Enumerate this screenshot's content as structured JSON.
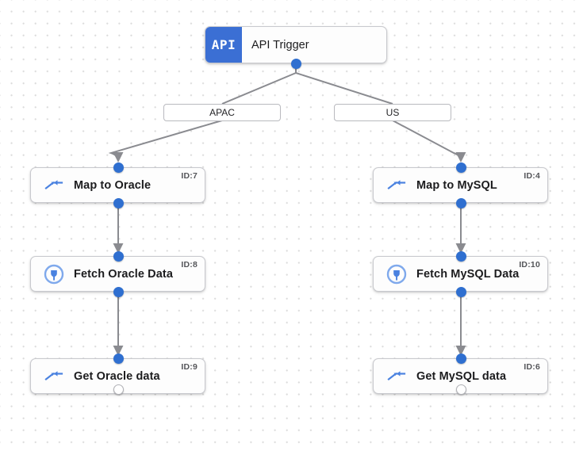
{
  "canvas": {
    "background": "#ffffff",
    "dot_color": "#dcdcdc",
    "accent_color": "#3b6fd4",
    "port_color": "#2f6fd0",
    "edge_color": "#8a8b90"
  },
  "trigger": {
    "badge_text": "API",
    "title": "API Trigger",
    "icon": "api-icon"
  },
  "branches": [
    {
      "label": "APAC"
    },
    {
      "label": "US"
    }
  ],
  "nodes": [
    {
      "label": "Map to Oracle",
      "id_label": "ID:7",
      "icon": "map-transform-icon"
    },
    {
      "label": "Fetch Oracle Data",
      "id_label": "ID:8",
      "icon": "connector-plug-icon"
    },
    {
      "label": "Get Oracle data",
      "id_label": "ID:9",
      "icon": "map-transform-icon"
    },
    {
      "label": "Map to MySQL",
      "id_label": "ID:4",
      "icon": "map-transform-icon"
    },
    {
      "label": "Fetch MySQL Data",
      "id_label": "ID:10",
      "icon": "connector-plug-icon"
    },
    {
      "label": "Get MySQL data",
      "id_label": "ID:6",
      "icon": "map-transform-icon"
    }
  ]
}
